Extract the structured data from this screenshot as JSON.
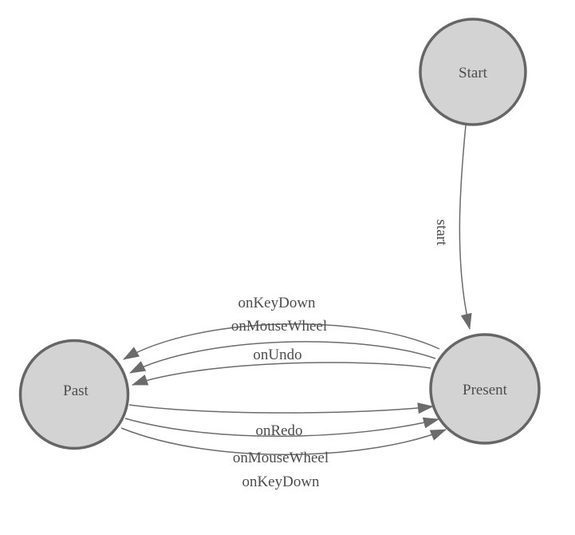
{
  "diagram": {
    "type": "state-machine",
    "colors": {
      "background": "#ffffff",
      "node_fill": "#d3d3d3",
      "node_stroke": "#666666",
      "edge_color": "#6b6b6b",
      "text_color": "#4d4d4d"
    },
    "nodes": [
      {
        "id": "start",
        "label": "Start"
      },
      {
        "id": "past",
        "label": "Past"
      },
      {
        "id": "present",
        "label": "Present"
      }
    ],
    "edges": [
      {
        "from": "Start",
        "to": "Present",
        "label": "start"
      },
      {
        "from": "Present",
        "to": "Past",
        "label": "onKeyDown"
      },
      {
        "from": "Present",
        "to": "Past",
        "label": "onMouseWheel"
      },
      {
        "from": "Present",
        "to": "Past",
        "label": "onUndo"
      },
      {
        "from": "Past",
        "to": "Present",
        "label": "onRedo"
      },
      {
        "from": "Past",
        "to": "Present",
        "label": "onMouseWheel"
      },
      {
        "from": "Past",
        "to": "Present",
        "label": "onKeyDown"
      }
    ]
  }
}
